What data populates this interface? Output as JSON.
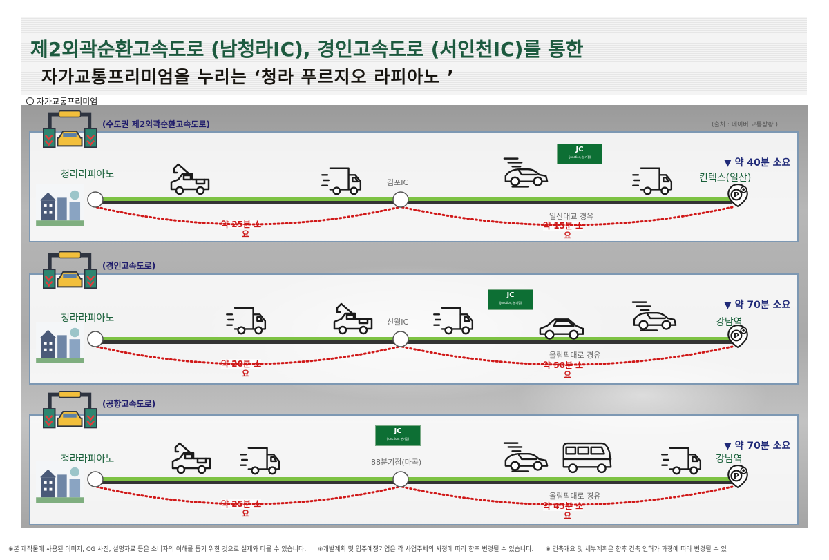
{
  "header": {
    "title_line1": "제2외곽순환고속도로 (남청라IC), 경인고속도로 (서인천IC)를 통한",
    "title_line2": "자가교통프리미엄을 누리는 ‘청라 푸르지오 라피아노 ’"
  },
  "section_label": "자가교통프리미엄",
  "source_note": "(출처 : 네이버 교통상황 )",
  "routes": [
    {
      "road": "(수도권 제2외곽순환고속도로)",
      "start": "청라라피아노",
      "ic": "김포IC",
      "jc": {
        "title": "JC",
        "sub": "(junction, 분기점)"
      },
      "via": "일산대교 경유",
      "destination": "킨텍스(일산)",
      "total": "▼ 약 40분 소요",
      "time1_line1": "약 25분 소",
      "time1_line2": "요",
      "time2_line1": "약 15분 소",
      "time2_line2": "요"
    },
    {
      "road": "(경인고속도로)",
      "start": "청라라피아노",
      "ic": "신월IC",
      "jc": {
        "title": "JC",
        "sub": "(junction, 분기점)"
      },
      "via": "올림픽대로 경유",
      "destination": "강남역",
      "total": "▼ 약 70분 소요",
      "time1_line1": "약 20분 소",
      "time1_line2": "요",
      "time2_line1": "약 50분 소",
      "time2_line2": "요"
    },
    {
      "road": "(공항고속도로)",
      "start": "청라라피아노",
      "ic": "88분기점(마곡)",
      "jc": {
        "title": "JC",
        "sub": "(junction, 분기점)"
      },
      "via": "올림픽대로 경유",
      "destination": "강남역",
      "total": "▼ 약 70분 소요",
      "time1_line1": "약 25분 소",
      "time1_line2": "요",
      "time2_line1": "약 45분 소",
      "time2_line2": "요"
    }
  ],
  "icons": [
    "tollgate-icon",
    "apartment-icon",
    "tow-truck-icon",
    "delivery-truck-icon",
    "sports-car-icon",
    "sedan-icon",
    "van-icon",
    "parking-pin-icon"
  ],
  "colors": {
    "title_green": "#1d5a3f",
    "road_green": "#7dc243",
    "road_dark": "#333333",
    "time_red": "#cc1818",
    "dotted_red": "#d01818",
    "box_border": "#7d98b3",
    "jc_green": "#0d6f34",
    "total_navy": "#202a78",
    "tollgate_teal": "#2e8570",
    "tollgate_roof": "#f2bf3c"
  },
  "footer": [
    "※본 제작물에 사용된 이미지, CG 사진, 설명자료 등은 소비자의 이해를 돕기 위한 것으로 실제와 다를 수 있습니다.",
    "※개발계획 및 입주예정기업은 각 사업주체의 사정에 따라 향후 변경될 수 있습니다.",
    "※ 건축개요 및 세부계획은 향후 건축 인허가 과정에 따라 변경될 수 있"
  ]
}
